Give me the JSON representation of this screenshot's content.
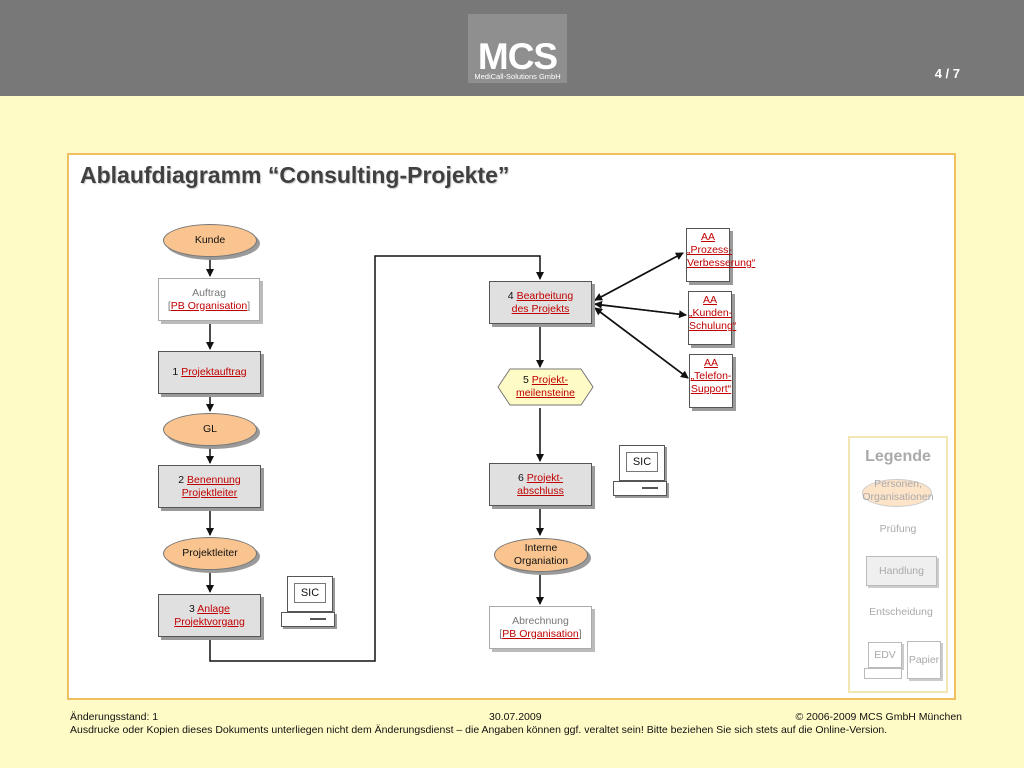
{
  "header": {
    "logo": "MCS",
    "logo_sub": "MediCall-Solutions GmbH",
    "page_number": "4 / 7"
  },
  "diagram": {
    "title": "Ablaufdiagramm “Consulting-Projekte”",
    "kunde": "Kunde",
    "auftrag": {
      "text": "Auftrag",
      "link": "PB Organisation"
    },
    "step1": {
      "num": "1",
      "link": "Projektauftrag"
    },
    "gl": "GL",
    "step2": {
      "num": "2",
      "link1": "Benennung",
      "link2": "Projektleiter"
    },
    "projektleiter": "Projektleiter",
    "step3": {
      "num": "3",
      "link1": "Anlage",
      "link2": "Projektvorgang"
    },
    "sic1": "SIC",
    "step4": {
      "num": "4",
      "link1": "Bearbeitung",
      "link2": "des Projekts"
    },
    "aa1": {
      "l1": "AA",
      "l2": "„Prozess-",
      "l3": "Verbesserung“"
    },
    "aa2": {
      "l1": "AA",
      "l2": "„Kunden-",
      "l3": "Schulung“"
    },
    "aa3": {
      "l1": "AA",
      "l2": "„Telefon-",
      "l3": "Support“"
    },
    "step5": {
      "num": "5",
      "link1": "Projekt-",
      "link2": "meilensteine"
    },
    "step6": {
      "num": "6",
      "link1": "Projekt-",
      "link2": "abschluss"
    },
    "sic2": "SIC",
    "interne": {
      "l1": "Interne",
      "l2": "Organiation"
    },
    "abrechnung": {
      "text": "Abrechnung",
      "link": "PB Organisation"
    }
  },
  "legend": {
    "title": "Legende",
    "personen1": "Personen,",
    "personen2": "Organisationen",
    "pruefung": "Prüfung",
    "handlung": "Handlung",
    "entscheidung": "Entscheidung",
    "edv": "EDV",
    "papier": "Papier"
  },
  "footer": {
    "aenderung": "Änderungsstand: 1",
    "date": "30.07.2009",
    "copyright": "© 2006-2009 MCS GmbH München",
    "note": "Ausdrucke oder Kopien dieses Dokuments unterliegen nicht dem Änderungsdienst – die Angaben können ggf. veraltet sein! Bitte beziehen Sie sich stets auf die Online-Version."
  },
  "colors": {
    "header_bg": "#787878",
    "page_bg": "#fffbc6",
    "person_fill": "#f9c48f",
    "process_fill": "#e0e0e0",
    "check_fill": "#fffbc6",
    "decision_fill": "#f4b6c0",
    "link": "#c00000"
  }
}
